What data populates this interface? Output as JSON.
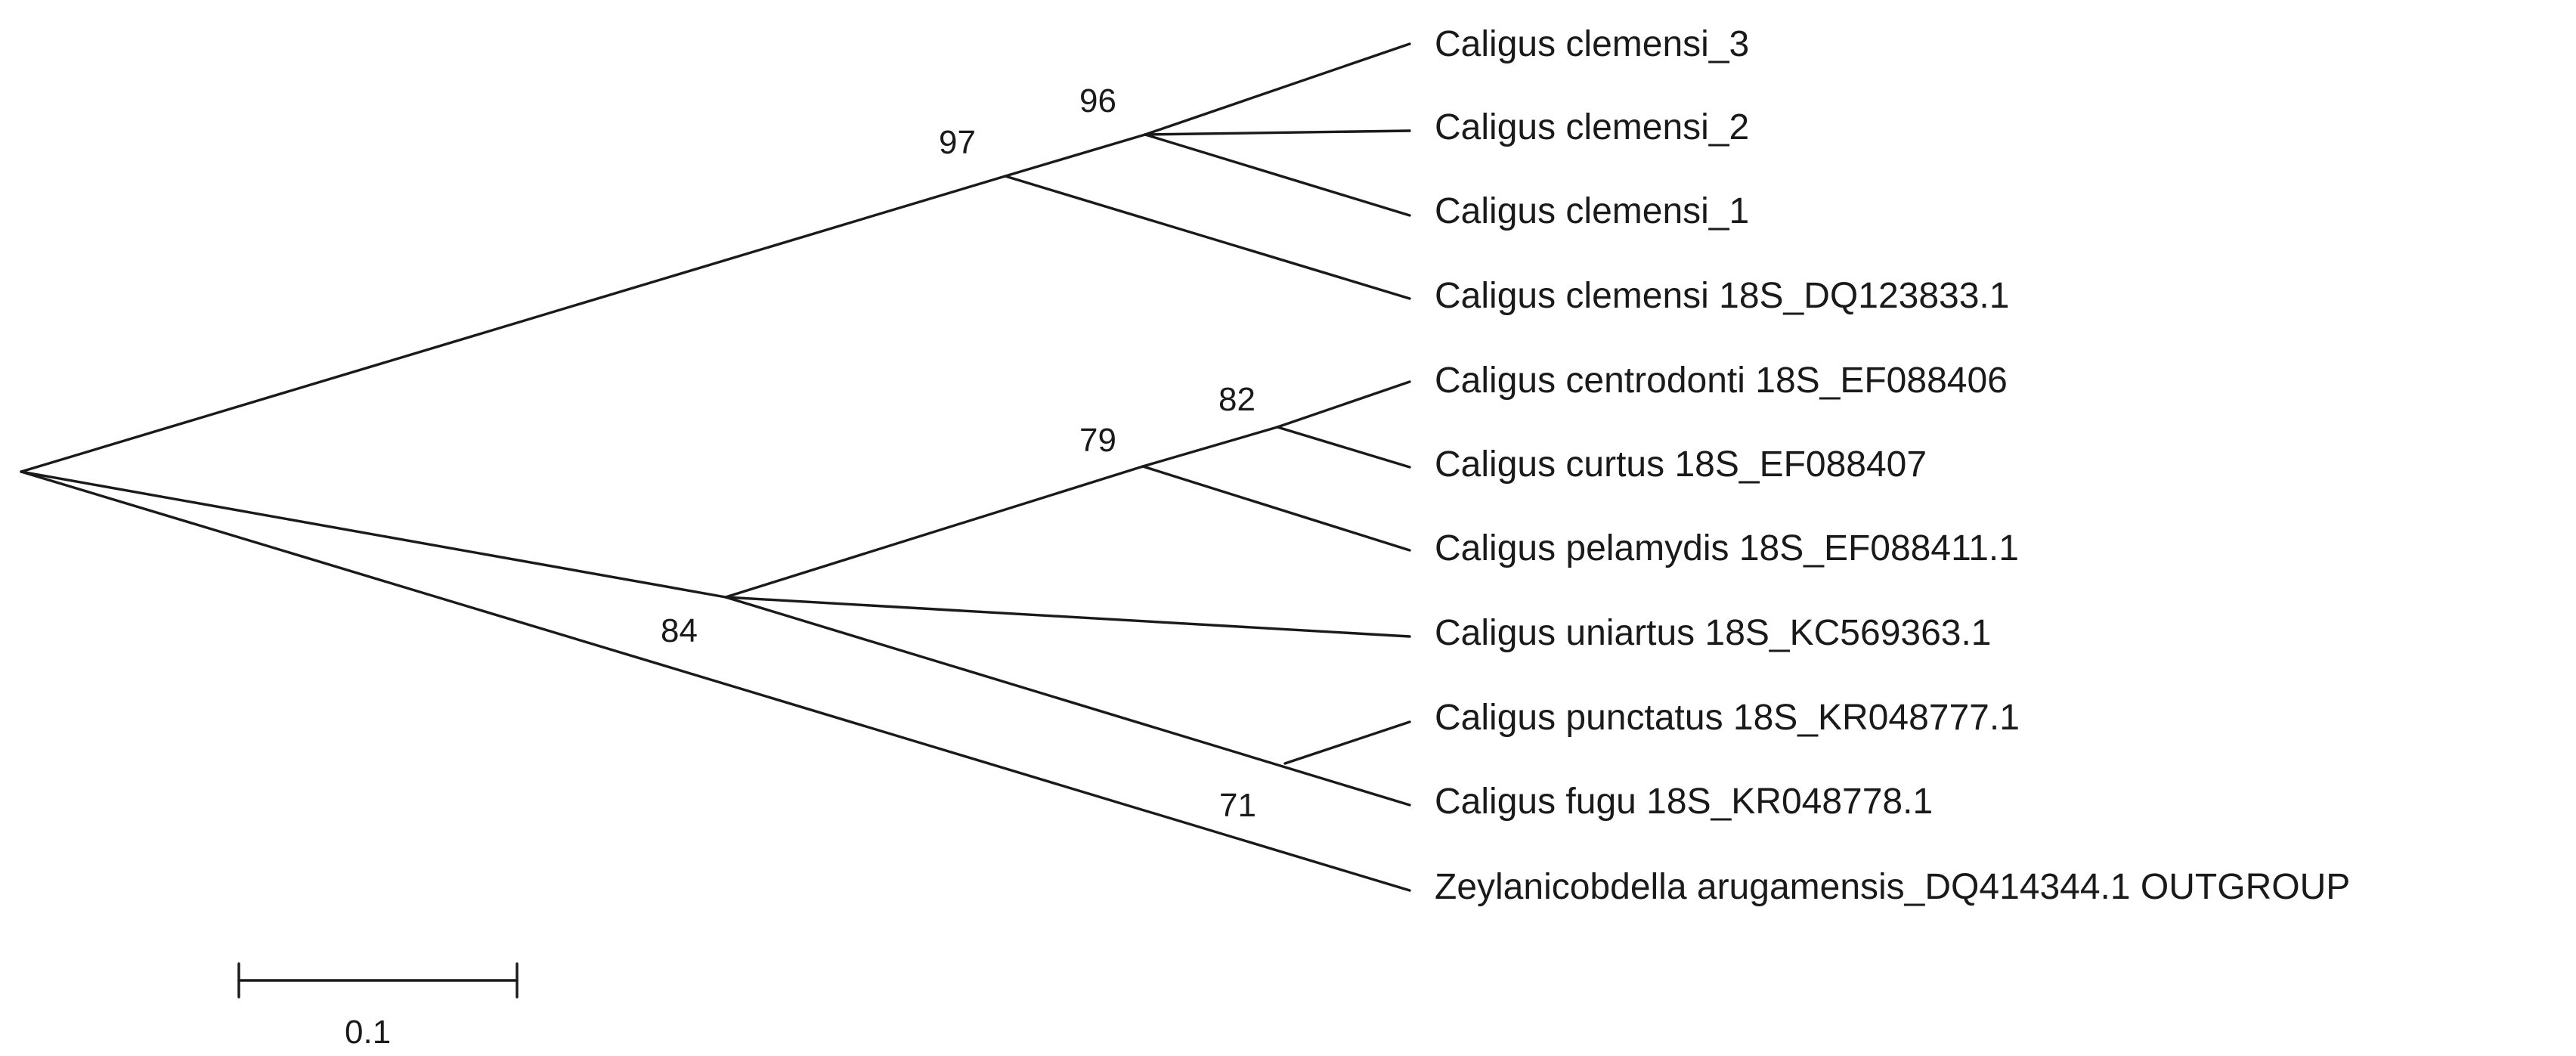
{
  "tree": {
    "leaves": [
      "Caligus clemensi_3",
      "Caligus clemensi_2",
      "Caligus clemensi_1",
      "Caligus clemensi 18S_DQ123833.1",
      "Caligus centrodonti 18S_EF088406",
      "Caligus curtus 18S_EF088407",
      "Caligus pelamydis 18S_EF088411.1",
      "Caligus uniartus 18S_KC569363.1",
      "Caligus punctatus 18S_KR048777.1",
      "Caligus fugu 18S_KR048778.1",
      "Zeylanicobdella arugamensis_DQ414344.1 OUTGROUP"
    ],
    "supports": {
      "clemensi_clade": "97",
      "clemensi_subclade": "96",
      "centrodonti_group": "79",
      "centrodonti_curtus": "82",
      "ingroup_node": "84",
      "punctatus_fugu": "71"
    },
    "scale_bar": {
      "label": "0.1",
      "value": 0.1
    }
  }
}
